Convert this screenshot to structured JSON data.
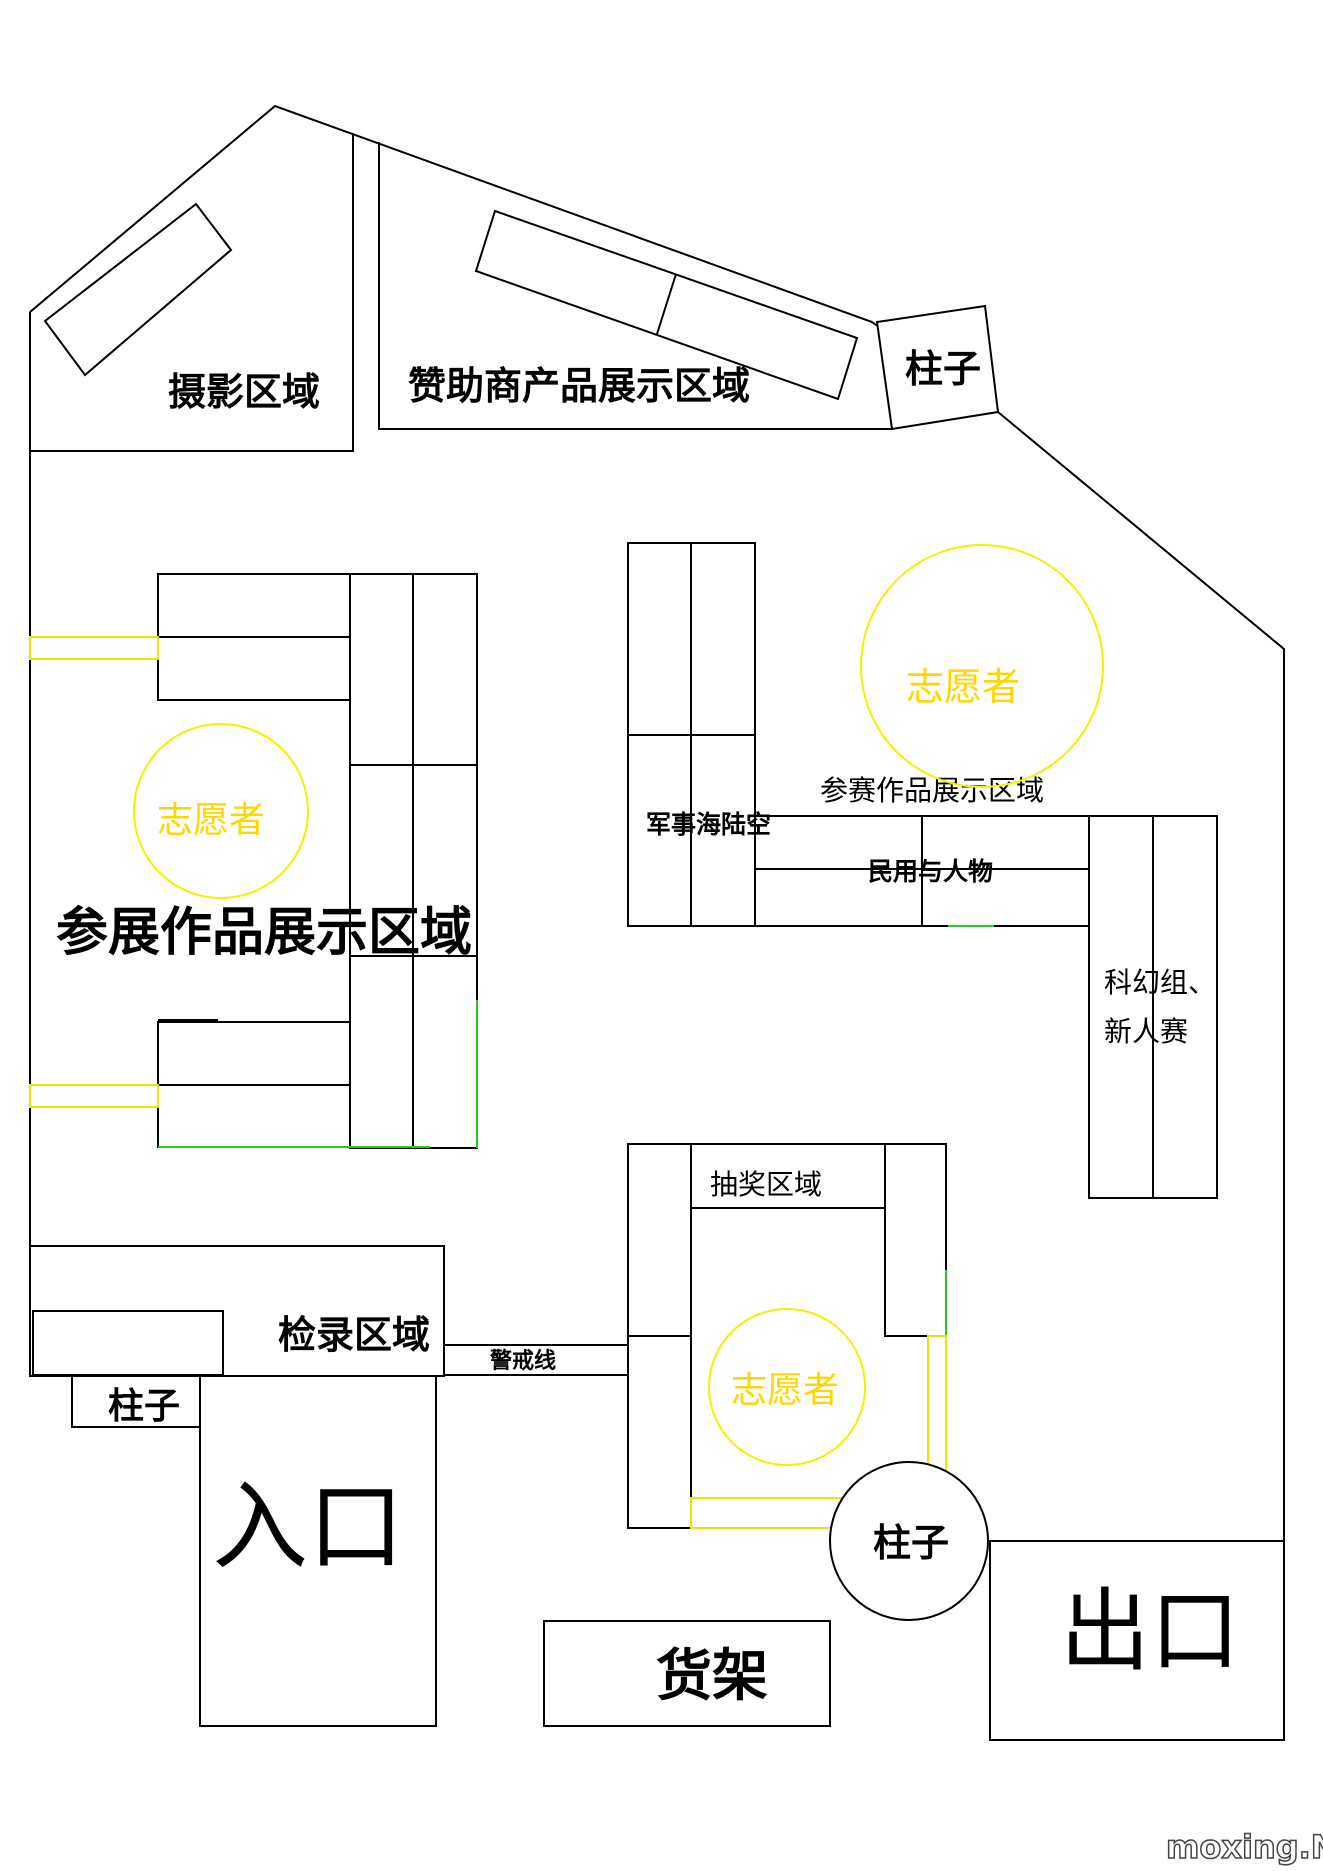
{
  "labels": {
    "photography": "摄影区域",
    "sponsor": "赞助商产品展示区域",
    "pillar_top": "柱子",
    "exhibit_left": "参展作品展示区域",
    "exhibit_right": "参赛作品展示区域",
    "military": "军事海陆空",
    "civil": "民用与人物",
    "scifi_1": "科幻组、",
    "scifi_2": "新人赛",
    "lottery": "抽奖区域",
    "checkin": "检录区域",
    "cordon": "警戒线",
    "pillar_left": "柱子",
    "pillar_round": "柱子",
    "entrance": "入口",
    "shelf": "货架",
    "exit": "出口"
  },
  "volunteers": [
    "志愿者",
    "志愿者",
    "志愿者"
  ],
  "watermark": "moxing.NET"
}
